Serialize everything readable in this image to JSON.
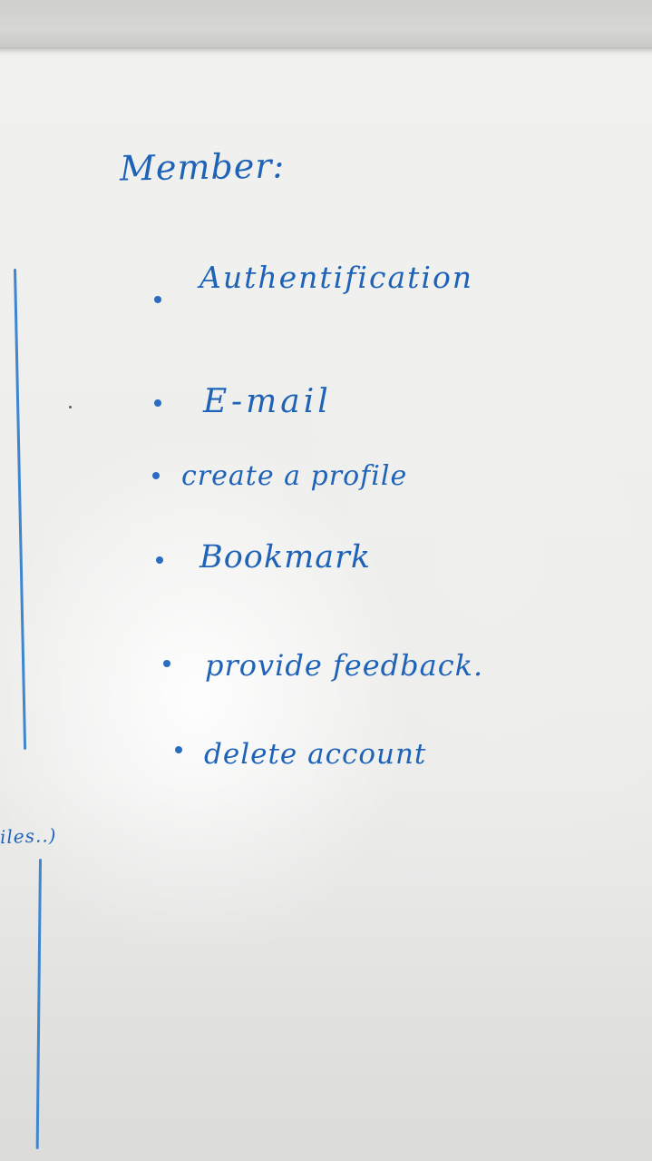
{
  "whiteboard": {
    "heading": "Member:",
    "items": [
      "Authentification",
      "E-mail",
      "create a profile",
      "Bookmark",
      "provide feedback.",
      "delete account"
    ],
    "side_note": "iles..)"
  },
  "colors": {
    "ink": "#1f63b8",
    "board": "#eeeeec"
  }
}
